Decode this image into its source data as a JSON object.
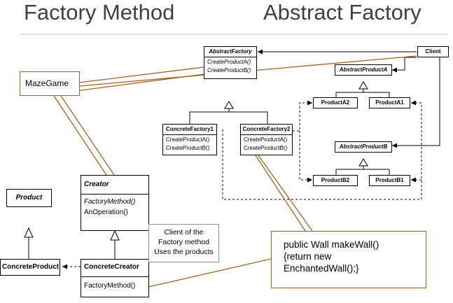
{
  "titles": {
    "left": "Factory Method",
    "right": "Abstract Factory"
  },
  "abstract_factory": {
    "abstract_factory": {
      "name": "AbstractFactory",
      "ops": [
        "CreateProductA()",
        "CreateProductB()"
      ]
    },
    "client": {
      "name": "Client"
    },
    "abstract_product_a": {
      "name": "AbstractProductA"
    },
    "product_a2": {
      "name": "ProductA2"
    },
    "product_a1": {
      "name": "ProductA1"
    },
    "concrete_factory1": {
      "name": "ConcreteFactory1",
      "ops": [
        "CreateProductA()",
        "CreateProductB()"
      ]
    },
    "concrete_factory2": {
      "name": "ConcreteFactory2",
      "ops": [
        "CreateProductA()",
        "CreateProductB()"
      ]
    },
    "abstract_product_b": {
      "name": "AbstractProductB"
    },
    "product_b2": {
      "name": "ProductB2"
    },
    "product_b1": {
      "name": "ProductB1"
    }
  },
  "factory_method": {
    "product": {
      "name": "Product"
    },
    "concrete_product": {
      "name": "ConcreteProduct"
    },
    "creator": {
      "name": "Creator",
      "ops": [
        "FactoryMethod()",
        "AnOperation()"
      ]
    },
    "concrete_creator": {
      "name": "ConcreteCreator",
      "ops": [
        "FactoryMethod()"
      ]
    }
  },
  "callouts": {
    "maze_game": "MazeGame",
    "code_lines": [
      "public Wall makeWall()",
      "{return new",
      "EnchantedWall();}"
    ]
  },
  "note_lines": [
    "Client of the",
    "Factory method",
    "Uses the products"
  ],
  "colors": {
    "callout_border": "#a0641e",
    "title_text": "#404040",
    "divider": "#c0c0c0"
  }
}
